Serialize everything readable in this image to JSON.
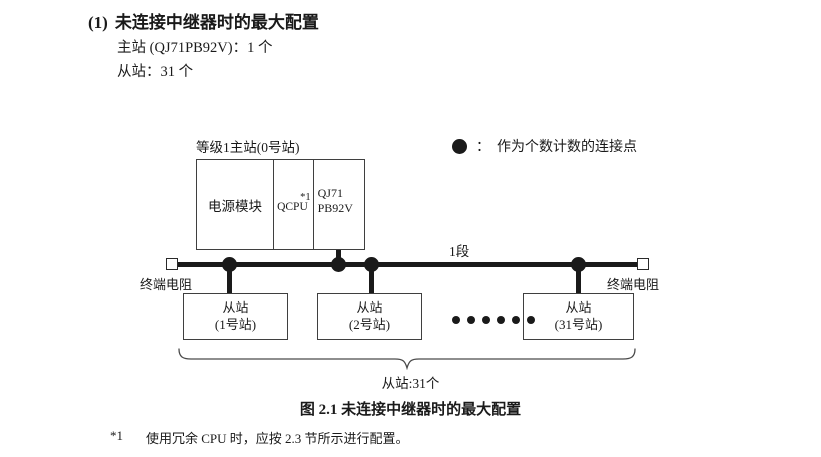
{
  "heading": {
    "number": "(1)",
    "text": "未连接中继器时的最大配置"
  },
  "spec": {
    "master": "主站 (QJ71PB92V)：1 个",
    "slave": "从站：31 个"
  },
  "legend": {
    "dot_icon": "filled-circle-icon",
    "colon": "：",
    "label": "作为个数计数的连接点"
  },
  "diagram": {
    "master_station": {
      "caption": "等级1主站(0号站)",
      "cells": [
        {
          "label": "电源模块"
        },
        {
          "label": "QCPU",
          "note": "*1"
        },
        {
          "line1": "QJ71",
          "line2": "PB92V"
        }
      ]
    },
    "segment_label": "1段",
    "terminator_left": "终端电阻",
    "terminator_right": "终端电阻",
    "slaves": [
      {
        "title": "从站",
        "number": "(1号站)"
      },
      {
        "title": "从站",
        "number": "(2号站)"
      },
      {
        "title": "从站",
        "number": "(31号站)"
      }
    ],
    "ellipsis_count": 6,
    "brace_label": "从站:31个"
  },
  "figure_caption": "图 2.1  未连接中继器时的最大配置",
  "footnote": {
    "mark": "*1",
    "text": "使用冗余 CPU 时，应按 2.3 节所示进行配置。"
  },
  "colors": {
    "ink": "#1a1a1a",
    "box_stroke": "#3f3f3f",
    "background": "#ffffff"
  }
}
